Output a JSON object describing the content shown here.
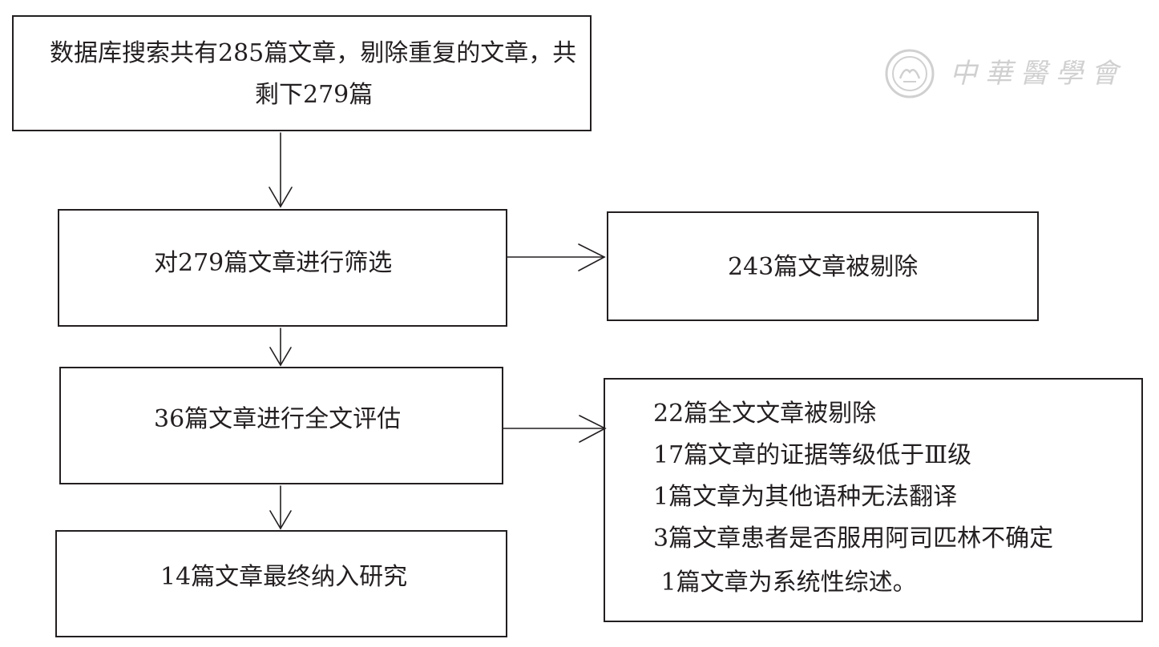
{
  "watermark": {
    "text": "中華醫學會"
  },
  "boxes": {
    "search": {
      "lines": [
        "数据库搜索共有285篇文章，剔除重复的文章，共",
        "剩下279篇"
      ]
    },
    "screen": {
      "label": "对279篇文章进行筛选"
    },
    "excluded": {
      "label": "243篇文章被剔除"
    },
    "fulltext": {
      "label": "36篇文章进行全文评估"
    },
    "fulltext_excluded": {
      "lines": [
        "22篇全文文章被剔除",
        "17篇文章的证据等级低于Ⅲ级",
        "1篇文章为其他语种无法翻译",
        "3篇文章患者是否服用阿司匹林不确定",
        " 1篇文章为系统性综述。"
      ]
    },
    "included": {
      "label": "14篇文章最终纳入研究"
    }
  },
  "colors": {
    "ink": "#231f20",
    "watermark": "#d0d0d0"
  }
}
